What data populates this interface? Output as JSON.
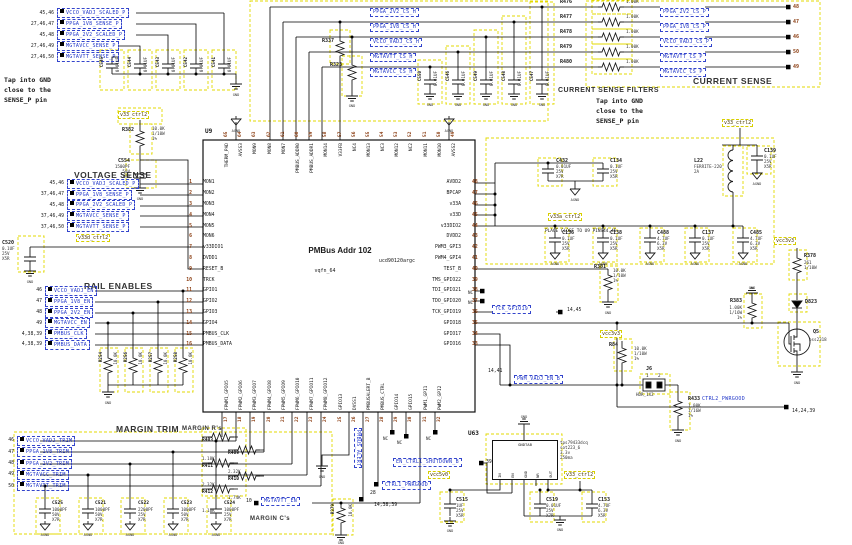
{
  "colors": {
    "wire": "#000000",
    "net_label": "#1f35c8",
    "highlight": "#e8df00",
    "pin_number": "#8a3c10",
    "background": "#ffffff"
  },
  "headings": {
    "voltage_sense": "VOLTAGE SENSE",
    "rail_enables": "RAIL ENABLES",
    "margin_trim": "MARGIN TRIM",
    "margin_rs": "MARGIN R's",
    "margin_cs": "MARGIN C's",
    "current_sense": "CURRENT SENSE",
    "current_sense_filters": "CURRENT SENSE FILTERS"
  },
  "notes": {
    "tap_gnd": "Tap into GND\nclose to the\nSENSE_P pin",
    "place_close": "PLACE CLOSE TO U9 PINS44,45"
  },
  "u9": {
    "ref": "U9",
    "title": "PMBus Addr 102",
    "part": "ucd90120argc",
    "package": "vqfn_64",
    "left_pins": [
      {
        "n": "1",
        "name": "MON1"
      },
      {
        "n": "2",
        "name": "MON2"
      },
      {
        "n": "3",
        "name": "MON3"
      },
      {
        "n": "4",
        "name": "MON4"
      },
      {
        "n": "5",
        "name": "MON5"
      },
      {
        "n": "6",
        "name": "MON6"
      },
      {
        "n": "7",
        "name": "v33DIO1"
      },
      {
        "n": "8",
        "name": "DVDD1"
      },
      {
        "n": "9",
        "name": "RESET_B"
      },
      {
        "n": "10",
        "name": "TRCK"
      },
      {
        "n": "11",
        "name": "GPIO1"
      },
      {
        "n": "12",
        "name": "GPIO2"
      },
      {
        "n": "13",
        "name": "GPIO3"
      },
      {
        "n": "14",
        "name": "GPIO4"
      },
      {
        "n": "15",
        "name": "PMBUS_CLK"
      },
      {
        "n": "16",
        "name": "PMBUS_DATA"
      }
    ],
    "right_pins": [
      {
        "n": "48",
        "name": "AVDD2"
      },
      {
        "n": "47",
        "name": "BPCAP"
      },
      {
        "n": "46",
        "name": "v33A"
      },
      {
        "n": "45",
        "name": "v33D"
      },
      {
        "n": "44",
        "name": "v33DIO2"
      },
      {
        "n": "43",
        "name": "DVDD2"
      },
      {
        "n": "42",
        "name": "PWM3_GPI3"
      },
      {
        "n": "41",
        "name": "PWM4_GPI4"
      },
      {
        "n": "40",
        "name": "TEST_B"
      },
      {
        "n": "39",
        "name": "TMS_GPIO22"
      },
      {
        "n": "38",
        "name": "TDI_GPIO21"
      },
      {
        "n": "37",
        "name": "TDO_GPIO20"
      },
      {
        "n": "36",
        "name": "TCK_GPIO19"
      },
      {
        "n": "35",
        "name": "GPIO18"
      },
      {
        "n": "34",
        "name": "GPIO17"
      },
      {
        "n": "33",
        "name": "GPIO16"
      }
    ],
    "top_pins": [
      {
        "n": "65",
        "name": "THERM_PAD"
      },
      {
        "n": "64",
        "name": "AVSS3"
      },
      {
        "n": "63",
        "name": "MON9"
      },
      {
        "n": "62",
        "name": "MON8"
      },
      {
        "n": "61",
        "name": "MON7"
      },
      {
        "n": "60",
        "name": "PMBUS_ADDR0"
      },
      {
        "n": "59",
        "name": "PMBUS_ADDR1"
      },
      {
        "n": "58",
        "name": "MON14"
      },
      {
        "n": "57",
        "name": "V33FB"
      },
      {
        "n": "56",
        "name": "NC4"
      },
      {
        "n": "55",
        "name": "MON13"
      },
      {
        "n": "54",
        "name": "NC3"
      },
      {
        "n": "53",
        "name": "MON12"
      },
      {
        "n": "52",
        "name": "NC2"
      },
      {
        "n": "51",
        "name": "MON11"
      },
      {
        "n": "50",
        "name": "MON10"
      },
      {
        "n": "49",
        "name": "AVSS2"
      }
    ],
    "bottom_pins": [
      {
        "n": "17",
        "name": "FPWM1_GPIO5"
      },
      {
        "n": "18",
        "name": "FPWM2_GPIO6"
      },
      {
        "n": "19",
        "name": "FPWM3_GPIO7"
      },
      {
        "n": "20",
        "name": "FPWM4_GPIO8"
      },
      {
        "n": "21",
        "name": "FPWM5_GPIO9"
      },
      {
        "n": "22",
        "name": "FPWM6_GPIO10"
      },
      {
        "n": "23",
        "name": "FPWM7_GPIO11"
      },
      {
        "n": "24",
        "name": "FPWM8_GPIO12"
      },
      {
        "n": "25",
        "name": "GPIO13"
      },
      {
        "n": "26",
        "name": "DVSS1"
      },
      {
        "n": "27",
        "name": "PMBUSALERT_B"
      },
      {
        "n": "28",
        "name": "PMBUS_CTRL"
      },
      {
        "n": "29",
        "name": "GPIO14"
      },
      {
        "n": "30",
        "name": "GPIO15"
      },
      {
        "n": "31",
        "name": "PWM1_GPI1"
      },
      {
        "n": "32",
        "name": "PWM2_GPI2"
      }
    ]
  },
  "u63": {
    "ref": "U63",
    "pad": "GNDTAB",
    "part": "tps79433dcq\nsot223_6\n3.3v\n250ma",
    "pins": [
      "IN",
      "EN",
      "GND",
      "NR",
      "OUT"
    ]
  },
  "sense_left": {
    "labels": [
      {
        "ref": "45,46",
        "net": "VCCO_VADJ_SCALED_P"
      },
      {
        "ref": "27,46,47",
        "net": "PPGA_1V8_SENSE_P"
      },
      {
        "ref": "45,48",
        "net": "PPGA_2V2_SCALED_P"
      },
      {
        "ref": "27,46,49",
        "net": "MGTAVCC_SENSE_P"
      },
      {
        "ref": "27,46,50",
        "net": "MGTAVTT_SENSE_P"
      }
    ],
    "caps": [
      {
        "ref": "C545",
        "val": "0.01UF"
      },
      {
        "ref": "C544",
        "val": "0.01UF"
      },
      {
        "ref": "C543",
        "val": "0.01UF"
      },
      {
        "ref": "C542",
        "val": "0.01UF"
      },
      {
        "ref": "C541",
        "val": "0.01UF"
      }
    ]
  },
  "cs_section": {
    "h_nets": [
      "PPGA_2V2_CS_H",
      "PPGA_1V8_CS_H",
      "VCCO_VADJ_CS_H",
      "MGTAVTT_CS_H",
      "MGTAVCC_CS_H"
    ],
    "caps": [
      {
        "ref": "C550",
        "val": "0.01UF"
      },
      {
        "ref": "C546",
        "val": "0.01UF"
      },
      {
        "ref": "C549",
        "val": "0.01UF"
      },
      {
        "ref": "C548",
        "val": "0.01UF"
      },
      {
        "ref": "C547",
        "val": "0.01UF"
      }
    ],
    "resistors": [
      {
        "ref": "R476",
        "val": "1.00K",
        "net": "PPGA_2V2_CS_P",
        "pin": "48"
      },
      {
        "ref": "R477",
        "val": "1.00K",
        "net": "PPGA_1V8_CS_P",
        "pin": "47"
      },
      {
        "ref": "R478",
        "val": "1.00K",
        "net": "VCCO_VADJ_CS_P",
        "pin": "46"
      },
      {
        "ref": "R479",
        "val": "1.00K",
        "net": "MGTAVTT_CS_P",
        "pin": "50"
      },
      {
        "ref": "R480",
        "val": "1.00K",
        "net": "MGTAVCC_CS_P",
        "pin": "49"
      }
    ]
  },
  "voltage_sense": {
    "labels": [
      {
        "ref": "45,46",
        "net": "VCCO_VADJ_SCALED_P"
      },
      {
        "ref": "37,46,47",
        "net": "PPGA_1V8_SENSE_P"
      },
      {
        "ref": "45,48",
        "net": "PPGA_2V2_SCALED_P"
      },
      {
        "ref": "37,46,49",
        "net": "MGTAVCC_SENSE_P"
      },
      {
        "ref": "37,46,50",
        "net": "MGTAVTT_SENSE_P"
      }
    ]
  },
  "rail_enables": {
    "labels": [
      {
        "ref": "46",
        "net": "VCCO_VADJ_EN"
      },
      {
        "ref": "47",
        "net": "PPGA_1V8_EN"
      },
      {
        "ref": "48",
        "net": "PPGA_2V2_EN"
      },
      {
        "ref": "49",
        "net": "MGTAVCC_EN"
      },
      {
        "ref": "4,38,39",
        "net": "PMBUS_CLK"
      },
      {
        "ref": "4,38,39",
        "net": "PMBUS_DATA"
      }
    ],
    "pull_resistors": [
      {
        "ref": "R254",
        "val": "10.0K"
      },
      {
        "ref": "R256",
        "val": "10.0K"
      },
      {
        "ref": "R257",
        "val": "10.0K"
      },
      {
        "ref": "R258",
        "val": "10.0K"
      }
    ]
  },
  "margin": {
    "labels": [
      {
        "ref": "46",
        "net": "VCCO_VADJ_TRIM"
      },
      {
        "ref": "47",
        "net": "PPGA_1V8_TRIM"
      },
      {
        "ref": "48",
        "net": "PPGA_2V2_TRIM"
      },
      {
        "ref": "49",
        "net": "MGTAVCC_TRIM"
      },
      {
        "ref": "50",
        "net": "MGTAVTT_TRIM"
      }
    ],
    "resistors": [
      {
        "ref": "R403",
        "val": "1.18K"
      },
      {
        "ref": "R409",
        "val": "2.32K"
      },
      {
        "ref": "R411",
        "val": "2.32K"
      },
      {
        "ref": "R410",
        "val": "1.74K"
      },
      {
        "ref": "R412",
        "val": "1.18K"
      }
    ],
    "caps": [
      {
        "ref": "C525",
        "val": "1000PF\n50V\nX7R"
      },
      {
        "ref": "C521",
        "val": "1000PF\n50V\nX7R"
      },
      {
        "ref": "C522",
        "val": "2200PF\n25V\nX7R"
      },
      {
        "ref": "C523",
        "val": "1000PF\n50V\nX7R"
      },
      {
        "ref": "C524",
        "val": "1000PF\n25V\nX7R"
      }
    ]
  },
  "components": {
    "r382": {
      "ref": "R382",
      "val": "10.0K\n1/10W\n1%"
    },
    "c554": {
      "ref": "C554",
      "val": "1500PF\n50V\nX7R"
    },
    "c520": {
      "ref": "C520",
      "val": "0.1UF\n25V\nX5R"
    },
    "r337": {
      "ref": "R337"
    },
    "r323": {
      "ref": "R323"
    },
    "c432": {
      "ref": "C432",
      "val": "0.01UF\n25V\nX7R"
    },
    "c134": {
      "ref": "C134",
      "val": "0.1UF\n25V\nX5R"
    },
    "c136": {
      "ref": "C136",
      "val": "0.1UF\n25V\nX5R"
    },
    "c138": {
      "ref": "C138",
      "val": "0.1UF\n25V\nX5R"
    },
    "c488": {
      "ref": "C488",
      "val": "4.7UF\n6.3V\nX5R"
    },
    "c137": {
      "ref": "C137",
      "val": "0.1UF\n25V\nX5R"
    },
    "c485": {
      "ref": "C485",
      "val": "4.7UF\n6.3V\nX5R"
    },
    "l22": {
      "ref": "L22",
      "val": "FERRITE-220\n2A"
    },
    "c139": {
      "ref": "C139",
      "val": "0.1UF\n25V\nX5R"
    },
    "r381": {
      "ref": "R381",
      "val": "10.0K\n1/10W\n1%"
    },
    "r383": {
      "ref": "R383",
      "val": "1.00K\n1/16W\n1%"
    },
    "r84": {
      "ref": "R84",
      "val": "10.0K\n1/10W\n1%"
    },
    "r378": {
      "ref": "R378",
      "val": "261\n1/10W"
    },
    "d823": {
      "ref": "D823"
    },
    "q5": {
      "ref": "Q5",
      "part": "bss2318"
    },
    "j6": {
      "ref": "J6",
      "part": "HDR_1X2",
      "pin1": "1",
      "pin2": "2"
    },
    "r433": {
      "ref": "R433",
      "val": "1.00K\n1/16W\n1%"
    },
    "r379": {
      "ref": "R379",
      "val": "10.0K"
    },
    "c515": {
      "ref": "C515",
      "val": "1UF\n25V\nX5R"
    },
    "c519": {
      "ref": "C519",
      "val": "0.01UF\n25V\nX7R"
    },
    "c153": {
      "ref": "C153",
      "val": "4.7UF\n6.3V\nX5R"
    }
  },
  "power_nets": {
    "v33_ctrl2": "v33_ctrl2",
    "v33a_ctrl2": "v33a_ctrl2",
    "v33d_ctrl2": "v33d_ctrl2",
    "vcc3v3": "vcc3v3",
    "vcc5v0": "vcc5v0"
  },
  "net_labels": {
    "tck": {
      "net": "TCK_GPIO19",
      "ref": "14,45"
    },
    "pwm_vadj": {
      "net": "PWM_VADJ_EN_B",
      "ref": "14,41"
    },
    "ctrl2_pg": {
      "net": "CTRL2_PWRGOOD",
      "ref": "14,24,39"
    },
    "ctrl1_pg": {
      "net": "CTRL1_PWRGOOD",
      "ref": "28",
      "ref2": "14,38,39"
    },
    "en_ctrl1": {
      "net": "EN_CTRL1_SHUTDOWN_B",
      "ref": "39"
    },
    "mgtavtt_en": {
      "net": "MGTAVTT_EN",
      "ref": "10"
    },
    "pmbus_alert": {
      "net": "PMBUS_ALERT"
    }
  },
  "grounds": {
    "gnd": "GND",
    "agnd": "AGND"
  },
  "misc": {
    "nc": "NC"
  }
}
